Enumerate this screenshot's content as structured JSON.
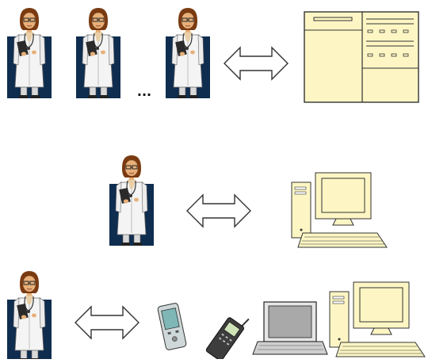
{
  "diagram": {
    "ellipsis_text": "...",
    "icons": {
      "doctor": "doctor-figure",
      "arrow": "double-arrow",
      "document": "form-document",
      "desktop": "desktop-computer",
      "pda": "pda-device",
      "phone": "mobile-phone",
      "laptop": "laptop-computer"
    },
    "colors": {
      "panel": "#0f2d4f",
      "paper": "#fdf6c4",
      "outline": "#2a2a2a",
      "coat": "#f4f4f4",
      "skin": "#e7b07a",
      "hair": "#7a3b12",
      "pda": "#7fb7b7",
      "laptop_screen": "#a9a9a9"
    }
  }
}
